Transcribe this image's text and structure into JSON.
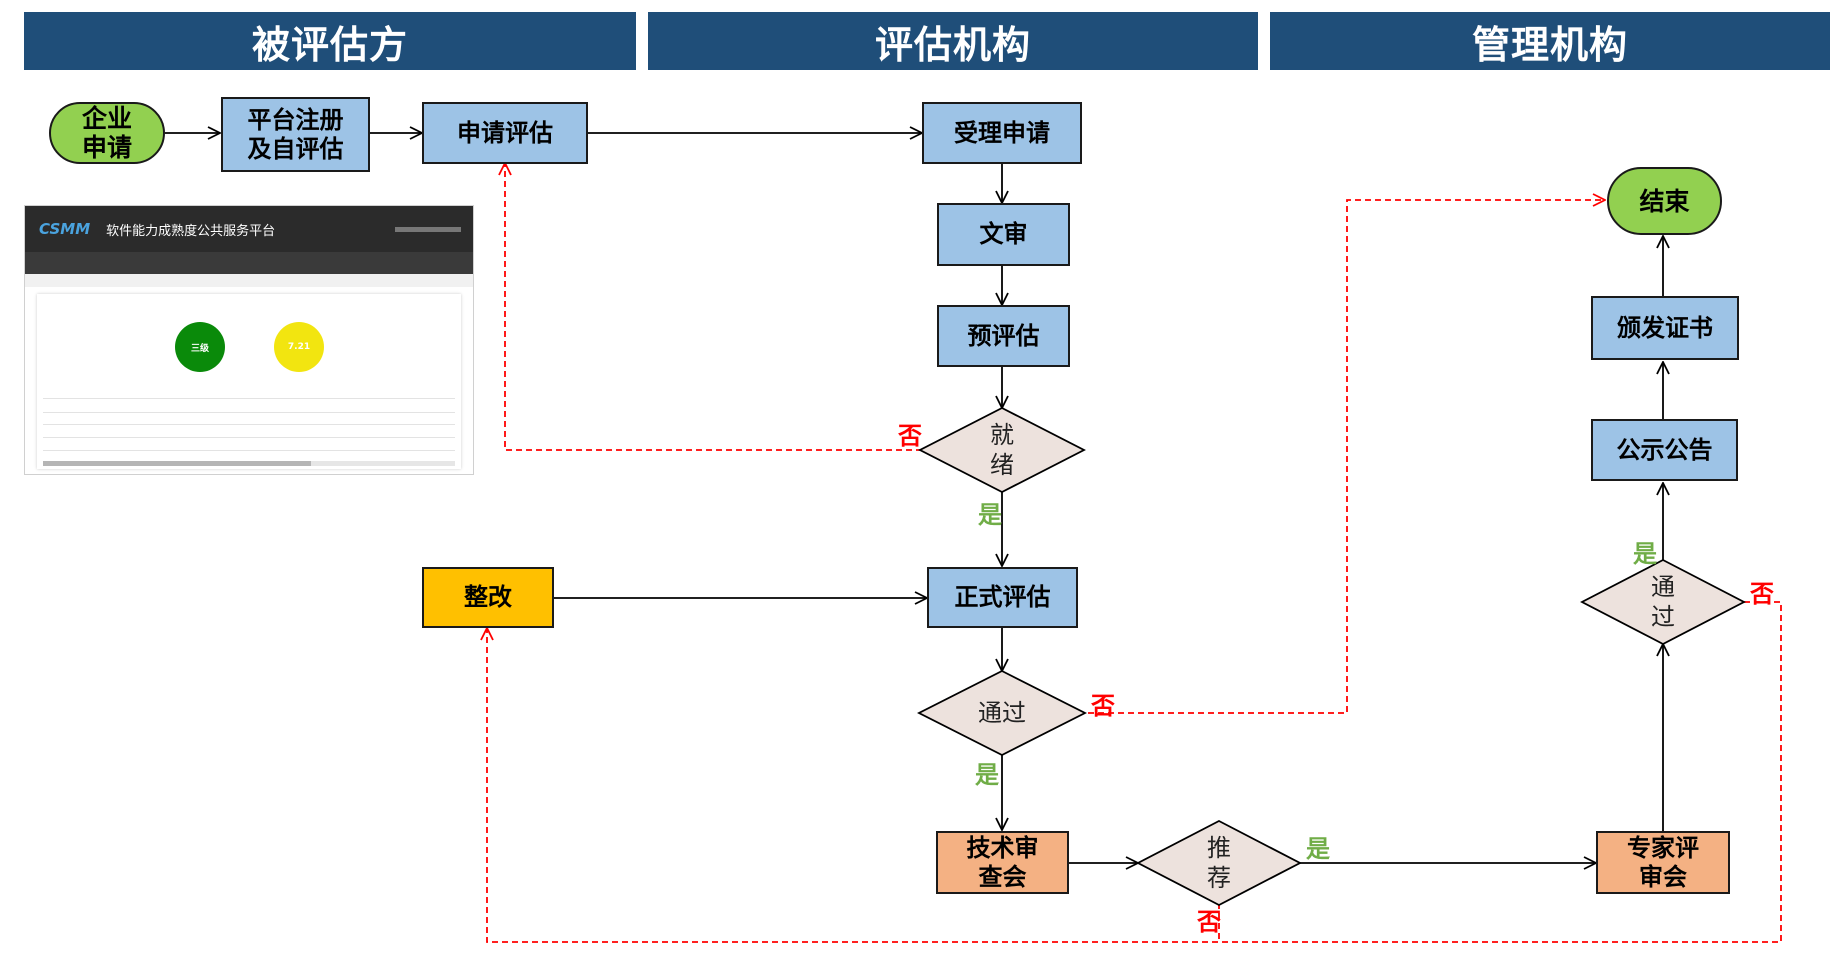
{
  "lanes": {
    "evaluated": "被评估方",
    "agency": "评估机构",
    "management": "管理机构"
  },
  "nodes": {
    "enterprise_apply": "企业\n申请",
    "platform_register": "平台注册\n及自评估",
    "apply_assessment": "申请评估",
    "accept_application": "受理申请",
    "document_review": "文审",
    "pre_assessment": "预评估",
    "ready_decision": "就\n绪",
    "rectify": "整改",
    "formal_assessment": "正式评估",
    "pass_decision_1": "通过",
    "tech_review": "技术审\n查会",
    "recommend_decision": "推\n荐",
    "expert_review": "专家评\n审会",
    "pass_decision_2": "通\n过",
    "publicity": "公示公告",
    "issue_certificate": "颁发证书",
    "end": "结束"
  },
  "labels": {
    "yes": "是",
    "no": "否"
  },
  "colors": {
    "lane_header": "#1f4e79",
    "process_blue": "#9dc3e6",
    "process_orange": "#f4b183",
    "rectify_yellow": "#ffc000",
    "terminal_green": "#92d050",
    "decision_fill": "#ede2dd",
    "no_path_red": "#ff0000",
    "yes_label_green": "#70ad47"
  },
  "screenshot": {
    "logo": "CSMM",
    "platform_title": "软件能力成熟度公共服务平台",
    "level_badge": "三级",
    "score_badge": "7.21"
  }
}
